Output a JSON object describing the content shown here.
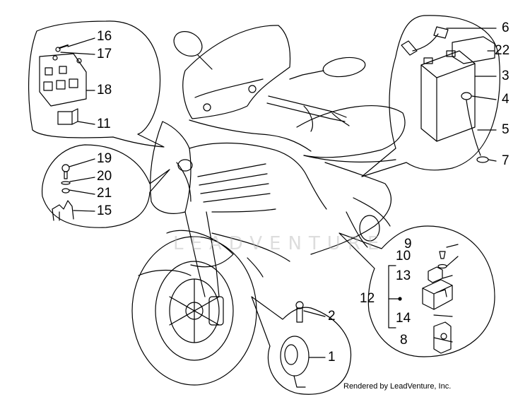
{
  "watermark": "LEADVENTURE",
  "footer_text": "Rendered by LeadVenture, Inc.",
  "callouts": {
    "c1": "1",
    "c2": "2",
    "c3": "3",
    "c4": "4",
    "c5": "5",
    "c6": "6",
    "c7": "7",
    "c8": "8",
    "c9": "9",
    "c10": "10",
    "c11": "11",
    "c12": "12",
    "c13": "13",
    "c14": "14",
    "c15": "15",
    "c16": "16",
    "c17": "17",
    "c18": "18",
    "c19": "19",
    "c20": "20",
    "c21": "21",
    "c22": "22"
  }
}
